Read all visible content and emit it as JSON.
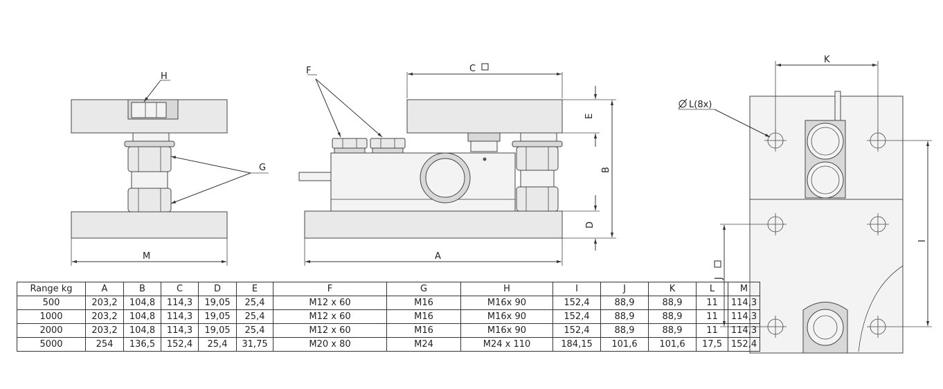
{
  "labels": {
    "H": "H",
    "G": "G",
    "M": "M",
    "F": "F",
    "C": "C",
    "E": "E",
    "B": "B",
    "D": "D",
    "A": "A",
    "K": "K",
    "L": "L(8x)",
    "J": "J",
    "I": "I"
  },
  "table": {
    "headers": [
      "Range kg",
      "A",
      "B",
      "C",
      "D",
      "E",
      "F",
      "G",
      "H",
      "I",
      "J",
      "K",
      "L",
      "M"
    ],
    "rows": [
      [
        "500",
        "203,2",
        "104,8",
        "114,3",
        "19,05",
        "25,4",
        "M12 x 60",
        "M16",
        "M16x 90",
        "152,4",
        "88,9",
        "88,9",
        "11",
        "114,3"
      ],
      [
        "1000",
        "203,2",
        "104,8",
        "114,3",
        "19,05",
        "25,4",
        "M12 x 60",
        "M16",
        "M16x 90",
        "152,4",
        "88,9",
        "88,9",
        "11",
        "114,3"
      ],
      [
        "2000",
        "203,2",
        "104,8",
        "114,3",
        "19,05",
        "25,4",
        "M12 x 60",
        "M16",
        "M16x 90",
        "152,4",
        "88,9",
        "88,9",
        "11",
        "114,3"
      ],
      [
        "5000",
        "254",
        "136,5",
        "152,4",
        "25,4",
        "31,75",
        "M20 x 80",
        "M24",
        "M24 x 110",
        "184,15",
        "101,6",
        "101,6",
        "17,5",
        "152,4"
      ]
    ]
  }
}
